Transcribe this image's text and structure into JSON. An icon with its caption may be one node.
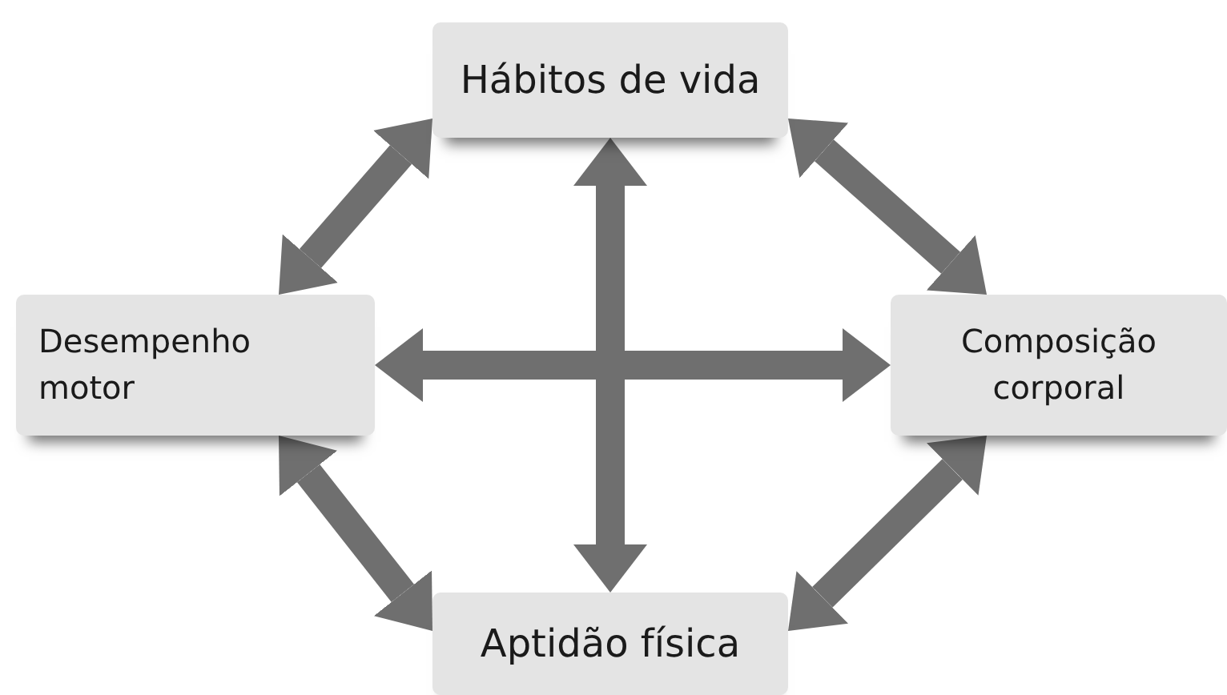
{
  "diagram": {
    "nodes": [
      {
        "text": [
          "Hábitos de vida"
        ]
      },
      {
        "text": [
          "Desempenho motor"
        ]
      },
      {
        "text": [
          "Composição corporal"
        ]
      },
      {
        "text": [
          "Aptidão física"
        ]
      }
    ],
    "edges": [
      {
        "from": 0,
        "to": 1,
        "arrow": "both"
      },
      {
        "from": 0,
        "to": 2,
        "arrow": "both"
      },
      {
        "from": 1,
        "to": 3,
        "arrow": "both"
      },
      {
        "from": 2,
        "to": 3,
        "arrow": "both"
      },
      {
        "from": 0,
        "to": 3,
        "arrow": "both"
      },
      {
        "from": 1,
        "to": 2,
        "arrow": "both"
      }
    ]
  }
}
